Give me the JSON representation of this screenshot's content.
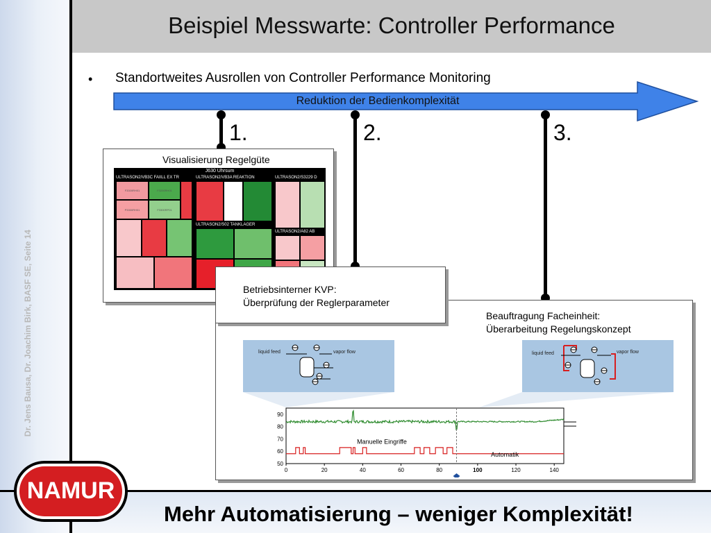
{
  "title": "Beispiel Messwarte: Controller Performance",
  "credit": "Dr. Jens Bausa, Dr. Joachim Birk, BASF SE, Seite 14",
  "bullet": {
    "dot": "•",
    "text": "Standortweites Ausrollen von Controller Performance Monitoring"
  },
  "arrow_label": "Reduktion der Bedienkomplexität",
  "steps": [
    {
      "number": "1.",
      "caption": "Visualisierung Regelgüte"
    },
    {
      "number": "2.",
      "caption_line1": "Betriebsinterner KVP:",
      "caption_line2": "Überprüfung der Reglerparameter"
    },
    {
      "number": "3.",
      "caption_line1": "Beauftragung Facheinheit:",
      "caption_line2": "Überarbeitung Regelungskonzept"
    }
  ],
  "treemap": {
    "title": "J630 Uhrsum",
    "sections": [
      "ULTRASON2/VB3C FAIILL EX TR",
      "ULTRASON2/VB3A REAKTION",
      "ULTRASON2/S3229 D",
      "ULTRASON2/S02 TANKLAGER",
      "ULTRASON2/A82 AB"
    ],
    "cells": [
      {
        "label": "F3300RH01",
        "color": "#f19aa0"
      },
      {
        "label": "F3200RH01",
        "color": "#4ba94c"
      },
      {
        "label": "P3300RH01",
        "color": "#f59fa3"
      },
      {
        "label": "F3300RP01",
        "color": "#93cf8d"
      },
      {
        "label": "",
        "color": "#f8c8cb"
      },
      {
        "label": "",
        "color": "#e83b43"
      },
      {
        "label": "",
        "color": "#76c473"
      },
      {
        "label": "",
        "color": "#f7bec2"
      },
      {
        "label": "",
        "color": "#f1757b"
      },
      {
        "label": "",
        "color": "#e83b43"
      },
      {
        "label": "",
        "color": "#ffffff"
      },
      {
        "label": "",
        "color": "#238a35"
      },
      {
        "label": "",
        "color": "#f8c8cb"
      },
      {
        "label": "",
        "color": "#b8dfb2"
      },
      {
        "label": "",
        "color": "#2e9a3e"
      },
      {
        "label": "",
        "color": "#6fbf6c"
      },
      {
        "label": "",
        "color": "#f7bec2"
      },
      {
        "label": "",
        "color": "#e6202a"
      },
      {
        "label": "",
        "color": "#3fa647"
      },
      {
        "label": "",
        "color": "#f8c8cb"
      },
      {
        "label": "",
        "color": "#f1757b"
      },
      {
        "label": "",
        "color": "#f59fa3"
      },
      {
        "label": "",
        "color": "#c8e6c1"
      }
    ]
  },
  "pid": {
    "feed_label": "liquid feed",
    "vapor_label": "vapor flow"
  },
  "chart_data": {
    "type": "line",
    "x_ticks": [
      "0",
      "20",
      "40",
      "60",
      "80",
      "100",
      "120",
      "140"
    ],
    "y_ticks": [
      "90",
      "80",
      "70",
      "60",
      "50"
    ],
    "xlim": [
      0,
      145
    ],
    "ylim": [
      50,
      95
    ],
    "annotations": [
      "Manuelle Eingriffe",
      "Automatik"
    ],
    "marker_x": 89,
    "colors": {
      "measurement": "#2e8b2e",
      "mode": "#d81e1e"
    }
  },
  "footer": {
    "text": "Mehr Automatisierung – weniger Komplexität!",
    "logo": "NAMUR"
  }
}
